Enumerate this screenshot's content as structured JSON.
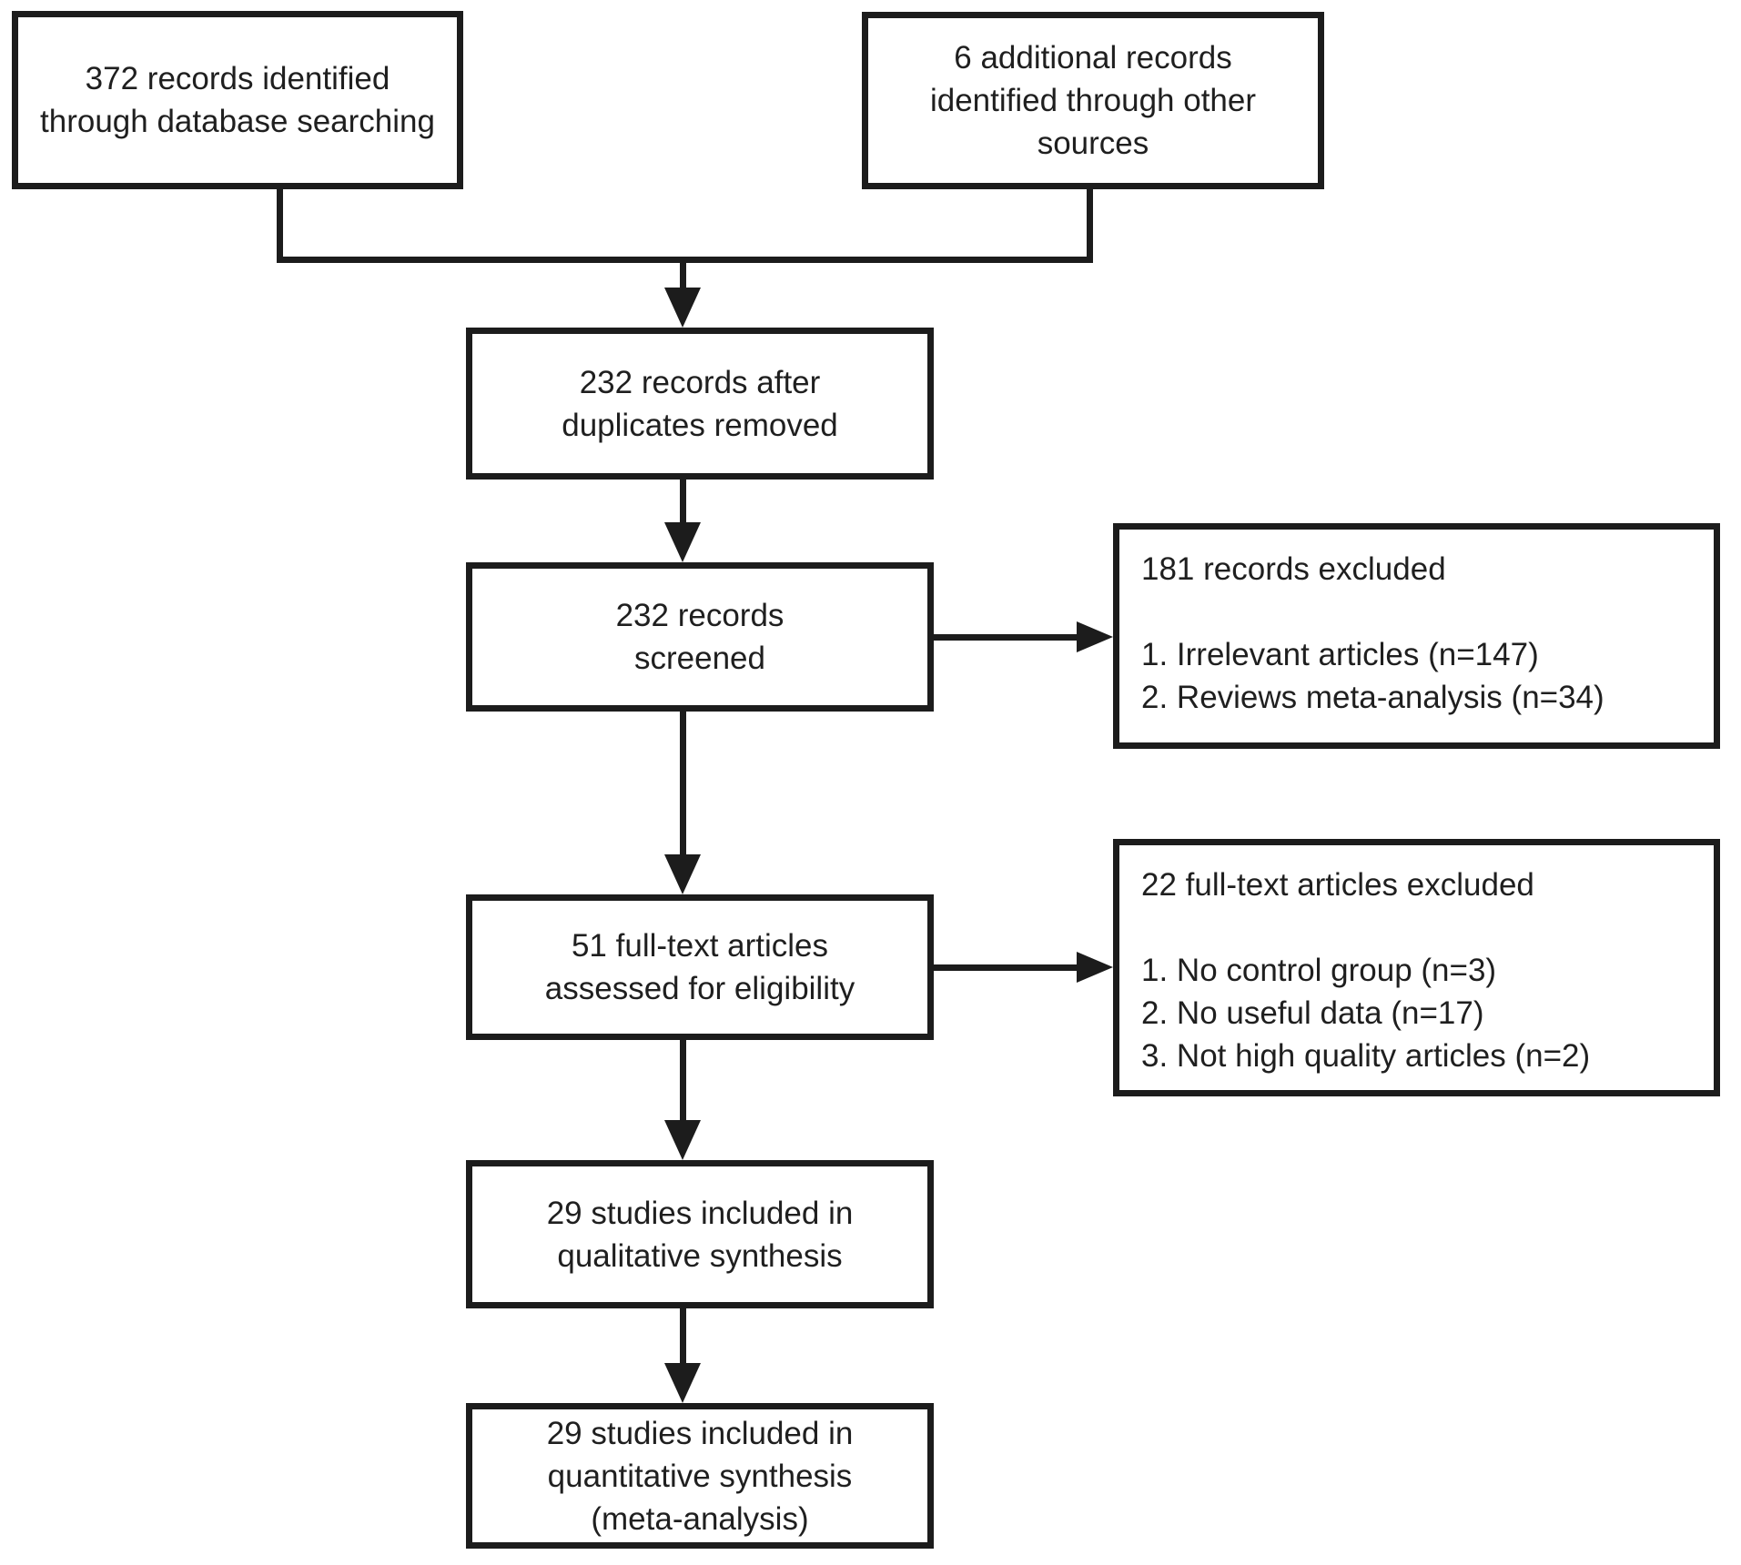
{
  "title": "PRISMA study selection flow diagram",
  "colors": {
    "line": "#1c1c1c",
    "text": "#1f1f1f",
    "background": "#ffffff"
  },
  "boxes": [
    {
      "id": "identified-database",
      "text": "372 records identified\nthrough database searching"
    },
    {
      "id": "identified-other",
      "text": "6 additional records\nidentified through other\nsources"
    },
    {
      "id": "duplicates-removed",
      "text": "232 records after\nduplicates removed"
    },
    {
      "id": "records-screened",
      "text": "232 records\nscreened"
    },
    {
      "id": "fulltext-assessed",
      "text": "51 full-text articles\nassessed for eligibility"
    },
    {
      "id": "qualitative-synthesis",
      "text": "29 studies included in\nqualitative synthesis"
    },
    {
      "id": "quantitative-synthesis",
      "text": "29 studies included in\nquantitative synthesis\n(meta-analysis)"
    }
  ],
  "exclusions": [
    {
      "heading": "181 records excluded",
      "items": [
        "1. Irrelevant articles (n=147)",
        "2. Reviews meta-analysis (n=34)"
      ]
    },
    {
      "heading": "22 full-text articles excluded",
      "items": [
        "1. No control group (n=3)",
        "2. No useful data (n=17)",
        "3. Not high quality articles (n=2)"
      ]
    }
  ]
}
